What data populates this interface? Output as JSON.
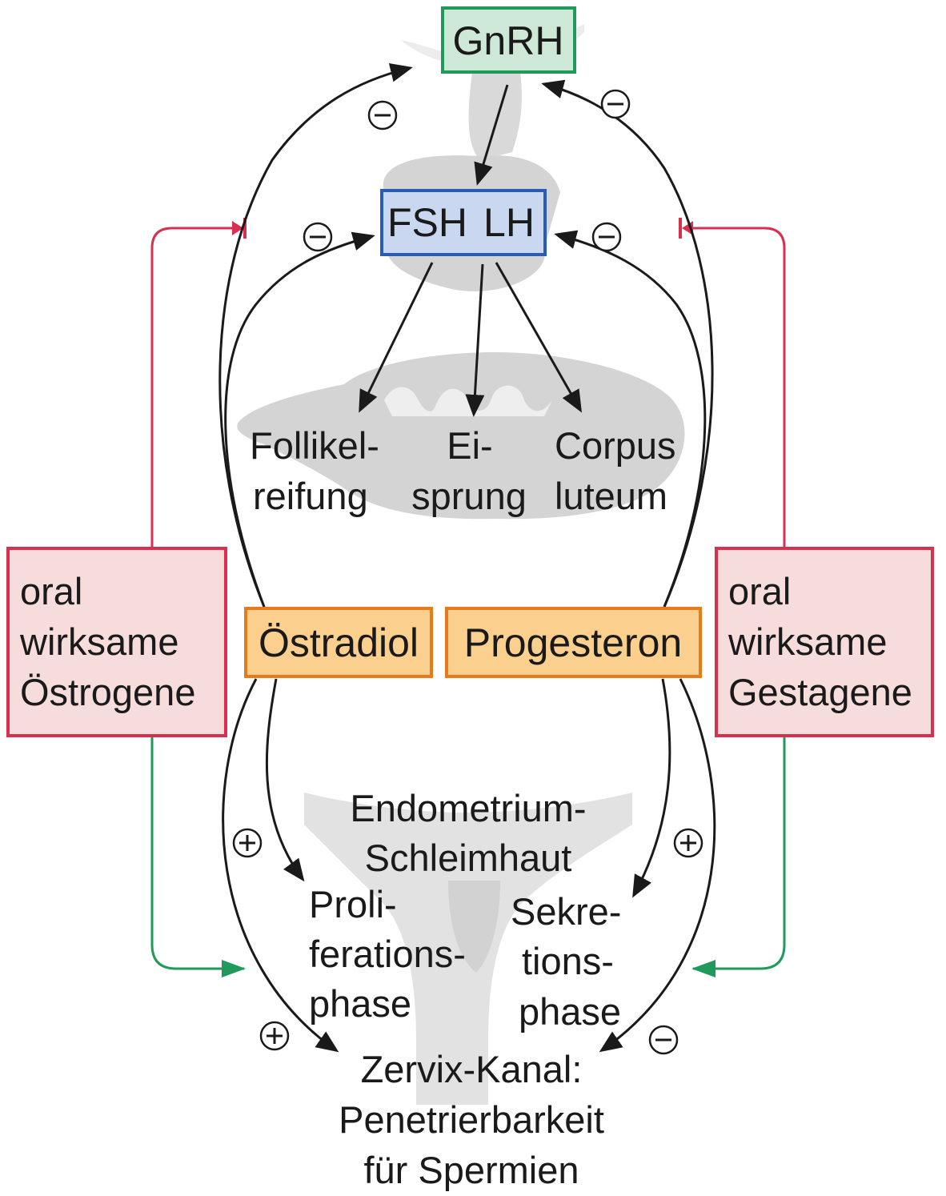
{
  "diagram": {
    "gnrh": "GnRH",
    "pituitary": {
      "fsh": "FSH",
      "lh": "LH"
    },
    "ovary": {
      "follicle": [
        "Follikel-",
        "reifung"
      ],
      "ovulation": [
        "Ei-",
        "sprung"
      ],
      "corpus": [
        "Corpus",
        "luteum"
      ]
    },
    "hormones": {
      "estradiol": "Östradiol",
      "progesterone": "Progesteron"
    },
    "left_box": [
      "oral",
      "wirksame",
      "Östrogene"
    ],
    "right_box": [
      "oral",
      "wirksame",
      "Gestagene"
    ],
    "endometrium": [
      "Endometrium-",
      "Schleimhaut"
    ],
    "proliferation": [
      "Proli-",
      "ferations-",
      "phase"
    ],
    "secretion": [
      "Sekre-",
      "tions-",
      "phase"
    ],
    "cervix": [
      "Zervix-Kanal:",
      "Penetrierbarkeit",
      "für Spermien"
    ],
    "signs": {
      "minus": "⊖",
      "plus": "⊕"
    },
    "colors": {
      "gnrh_fill": "#cde8d6",
      "gnrh_stroke": "#1f9a5a",
      "pit_fill": "#c9d8f0",
      "pit_stroke": "#2a5db0",
      "hormone_fill": "#fbd08f",
      "hormone_stroke": "#e87a1e",
      "oral_fill": "#f6dddb",
      "oral_stroke": "#d9304f",
      "inhibit_line": "#d9304f",
      "stimulate_line": "#1f9a5a",
      "anatomy_gray": "#d4d4d4"
    }
  }
}
